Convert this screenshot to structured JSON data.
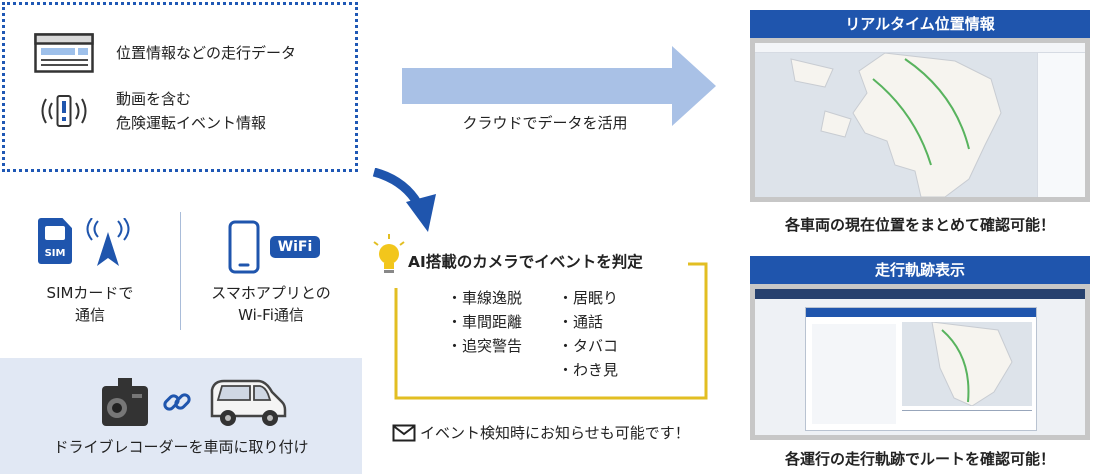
{
  "data_box": {
    "item1": "位置情報などの走行データ",
    "item2_line1": "動画を含む",
    "item2_line2": "危険運転イベント情報"
  },
  "connectivity": {
    "sim_badge": "SIM",
    "wifi_badge": "WiFi",
    "sim_line1": "SIMカードで",
    "sim_line2": "通信",
    "wifi_line1": "スマホアプリとの",
    "wifi_line2": "Wi-Fi通信"
  },
  "recorder": {
    "caption": "ドライブレコーダーを車両に取り付け"
  },
  "cloud": {
    "label": "クラウドでデータを活用"
  },
  "ai": {
    "title": "AI搭載のカメラでイベントを判定",
    "left_items": [
      "・車線逸脱",
      "・車間距離",
      "・追突警告"
    ],
    "right_items": [
      "・居眠り",
      "・通話",
      "・タバコ",
      "・わき見"
    ],
    "notify": "イベント検知時にお知らせも可能です！"
  },
  "realtime": {
    "header": "リアルタイム位置情報",
    "caption": "各車両の現在位置をまとめて確認可能！"
  },
  "trajectory": {
    "header": "走行軌跡表示",
    "caption": "各運行の走行軌跡でルートを確認可能！"
  },
  "colors": {
    "brand_blue": "#1f55ad",
    "dotted_border": "#1f58b5",
    "light_arrow": "#a9c1e6",
    "ai_frame": "#e2be22",
    "panel_bg": "#e1e8f4"
  }
}
